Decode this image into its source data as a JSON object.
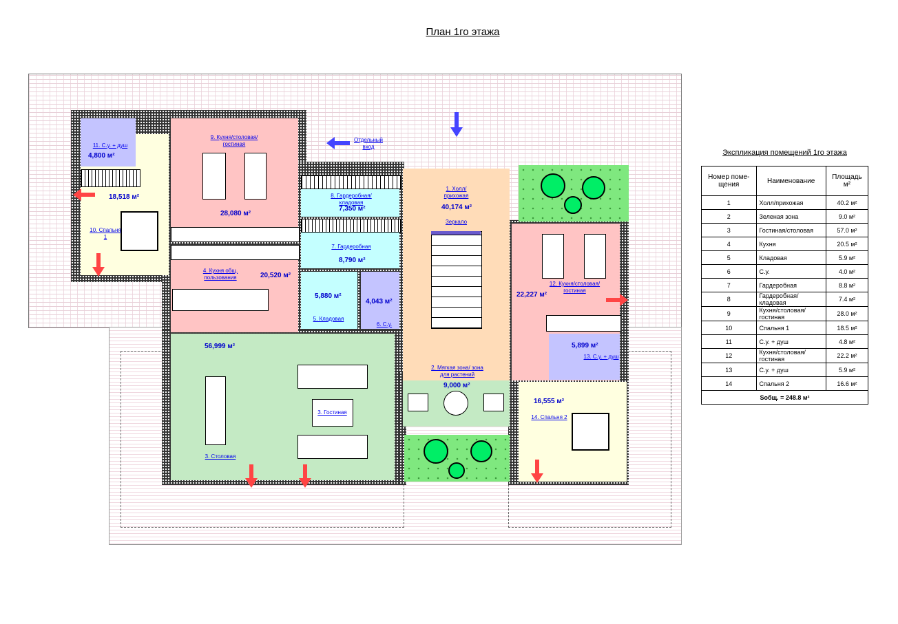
{
  "title": "План 1го этажа",
  "separate_entrance": "Отдельный вход",
  "mirror": "Зеркало",
  "rooms": {
    "r1": {
      "label": "1. Холл/ прихожая",
      "area": "40,174 м²"
    },
    "r2": {
      "label": "2. Мягкая зона/ зона для растений",
      "area": "9,000 м²"
    },
    "r3a": {
      "label": "3. Столовая"
    },
    "r3b": {
      "label": "3. Гостиная",
      "area": "56,999 м²"
    },
    "r4": {
      "label": "4. Кухня общ. пользования",
      "area": "20,520 м²"
    },
    "r5": {
      "label": "5. Кладовая",
      "area": "5,880 м²"
    },
    "r6": {
      "label": "6. С.у.",
      "area": "4,043 м²"
    },
    "r7": {
      "label": "7. Гардеробная",
      "area": "8,790 м²"
    },
    "r8": {
      "label": "8. Гардеробная/ кладовая",
      "area": "7,350 м²"
    },
    "r9": {
      "label": "9. Кухня/столовая/ гостиная",
      "area": "28,080 м²"
    },
    "r10": {
      "label": "10. Спальня 1",
      "area": "18,518 м²"
    },
    "r11": {
      "label": "11. С.у. + душ",
      "area": "4,800 м²"
    },
    "r12": {
      "label": "12. Кухня/столовая/ гостиная",
      "area": "22,227 м²"
    },
    "r13": {
      "label": "13. С.у. + душ",
      "area": "5,899 м²"
    },
    "r14": {
      "label": "14. Спальня 2",
      "area": "16,555 м²"
    }
  },
  "explication": {
    "title": "Экспликация помещений 1го этажа",
    "headers": [
      "Номер поме-щения",
      "Наименование",
      "Площадь м²"
    ],
    "rows": [
      [
        "1",
        "Холл/прихожая",
        "40.2 м²"
      ],
      [
        "2",
        "Зеленая зона",
        "9.0 м²"
      ],
      [
        "3",
        "Гостиная/столовая",
        "57.0 м²"
      ],
      [
        "4",
        "Кухня",
        "20.5 м²"
      ],
      [
        "5",
        "Кладовая",
        "5.9 м²"
      ],
      [
        "6",
        "С.у.",
        "4.0 м²"
      ],
      [
        "7",
        "Гардеробная",
        "8.8 м²"
      ],
      [
        "8",
        "Гардеробная/кладовая",
        "7.4 м²"
      ],
      [
        "9",
        "Кухня/столовая/гостиная",
        "28.0 м²"
      ],
      [
        "10",
        "Спальня 1",
        "18.5 м²"
      ],
      [
        "11",
        "С.у. + душ",
        "4.8 м²"
      ],
      [
        "12",
        "Кухня/столовая/гостиная",
        "22.2 м²"
      ],
      [
        "13",
        "С.у. + душ",
        "5.9 м²"
      ],
      [
        "14",
        "Спальня 2",
        "16.6 м²"
      ]
    ],
    "total": "Sобщ. = 248.8 м²"
  }
}
